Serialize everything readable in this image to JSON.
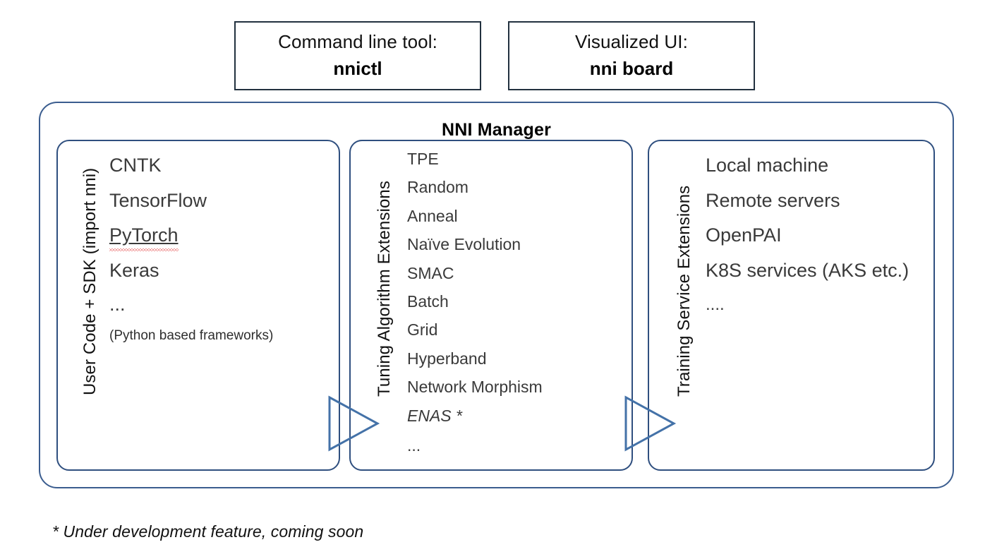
{
  "top_boxes": [
    {
      "name": "command-line-tool",
      "caption": "Command line tool:",
      "value": "nnictl"
    },
    {
      "name": "visualized-ui",
      "caption": "Visualized UI:",
      "value": "nni board"
    }
  ],
  "manager": {
    "title": "NNI Manager",
    "columns": [
      {
        "id": "user-code",
        "side_label": "User Code + SDK (import nni)",
        "items": [
          {
            "text": "CNTK",
            "style": "normal"
          },
          {
            "text": "TensorFlow",
            "style": "normal"
          },
          {
            "text": "PyTorch",
            "style": "spellcheck-underline"
          },
          {
            "text": "Keras",
            "style": "normal"
          },
          {
            "text": "...",
            "style": "dots"
          },
          {
            "text": "(Python based frameworks)",
            "style": "small"
          }
        ]
      },
      {
        "id": "tuning-algorithm-extensions",
        "side_label": "Tuning Algorithm Extensions",
        "items": [
          {
            "text": "TPE",
            "style": "normal"
          },
          {
            "text": "Random",
            "style": "normal"
          },
          {
            "text": "Anneal",
            "style": "normal"
          },
          {
            "text": "Naïve Evolution",
            "style": "normal"
          },
          {
            "text": "SMAC",
            "style": "normal"
          },
          {
            "text": "Batch",
            "style": "normal"
          },
          {
            "text": "Grid",
            "style": "normal"
          },
          {
            "text": "Hyperband",
            "style": "normal"
          },
          {
            "text": "Network Morphism",
            "style": "normal"
          },
          {
            "text": "ENAS *",
            "style": "italic"
          },
          {
            "text": "...",
            "style": "dots"
          }
        ]
      },
      {
        "id": "training-service-extensions",
        "side_label": "Training Service Extensions",
        "items": [
          {
            "text": "Local machine",
            "style": "normal"
          },
          {
            "text": "Remote servers",
            "style": "normal"
          },
          {
            "text": "OpenPAI",
            "style": "normal"
          },
          {
            "text": "K8S services (AKS etc.)",
            "style": "normal"
          },
          {
            "text": "....",
            "style": "dots"
          }
        ]
      }
    ]
  },
  "arrows": [
    {
      "name": "arrow-user-to-tuner",
      "direction": "right"
    },
    {
      "name": "arrow-tuner-to-training",
      "direction": "right"
    }
  ],
  "footnote": "* Under development feature, coming soon",
  "colors": {
    "top_box_border": "#22313f",
    "manager_border": "#3b5d8f",
    "column_border": "#2f4f7f",
    "arrow_stroke": "#4472a8",
    "spellcheck": "#e03030",
    "text": "#3a3a3a",
    "background": "#ffffff"
  }
}
